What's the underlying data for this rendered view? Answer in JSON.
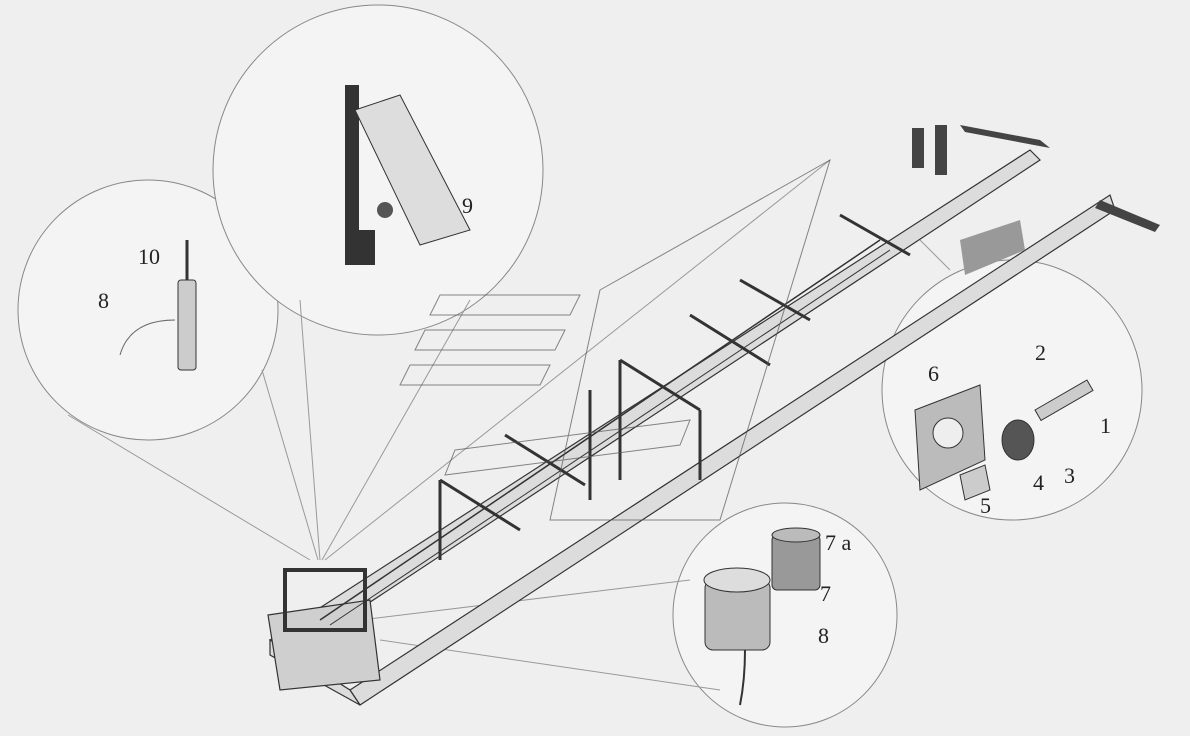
{
  "callouts": {
    "left": {
      "top_label": "10",
      "side_label": "8"
    },
    "top": {
      "label": "9"
    },
    "right": {
      "l1": "1",
      "l2": "2",
      "l3": "3",
      "l4": "4",
      "l5": "5",
      "l6": "6"
    },
    "bottom": {
      "l7a": "7 a",
      "l7": "7",
      "l8": "8"
    }
  }
}
